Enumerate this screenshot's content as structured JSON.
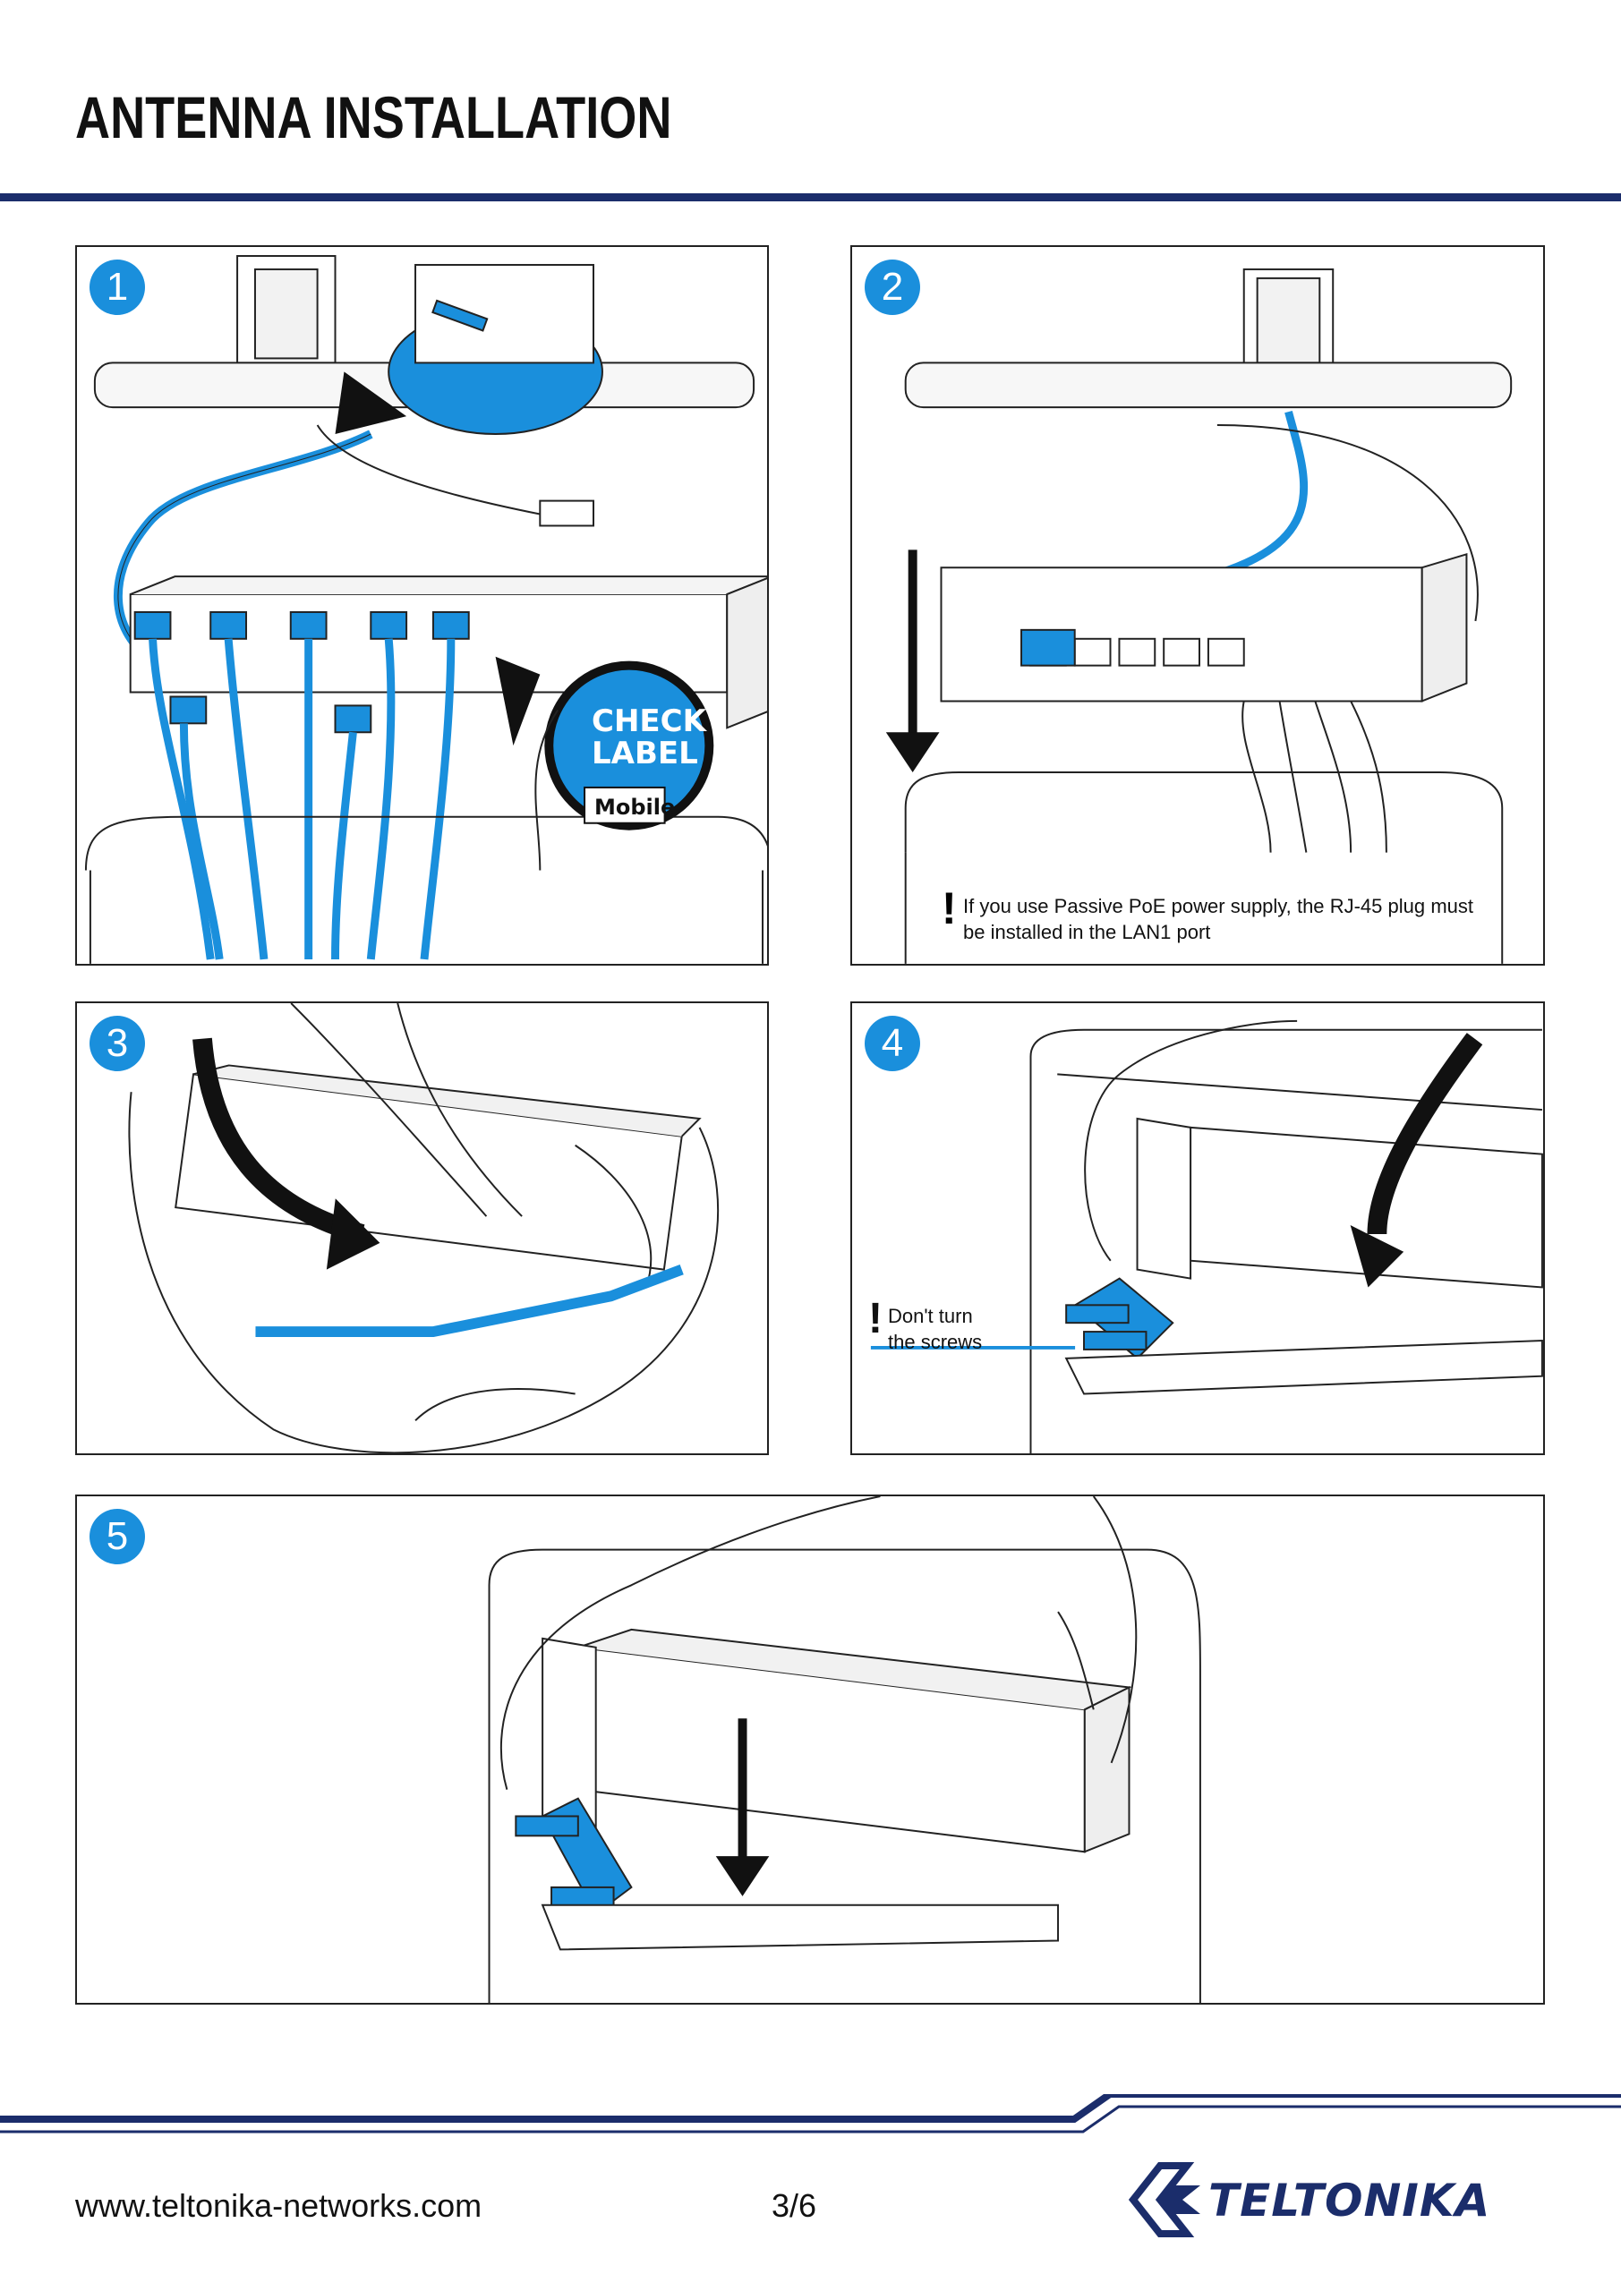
{
  "page": {
    "title": "ANTENNA INSTALLATION"
  },
  "steps": [
    {
      "number": "1"
    },
    {
      "number": "2"
    },
    {
      "number": "3"
    },
    {
      "number": "4"
    },
    {
      "number": "5"
    }
  ],
  "step1": {
    "check_label_line1": "CHECK",
    "check_label_line2": "LABEL",
    "port_tag": "Mobile"
  },
  "step2": {
    "note": "If you use Passive PoE power supply, the RJ-45 plug must be installed in the LAN1 port"
  },
  "step4": {
    "note_line1": "Don't turn",
    "note_line2": "the screws"
  },
  "footer": {
    "website": "www.teltonika-networks.com",
    "page_number": "3/6",
    "brand": "TELTONIKA"
  },
  "colors": {
    "accent_blue": "#1a8fdc",
    "navy": "#1b2d6b",
    "outline": "#222222"
  }
}
